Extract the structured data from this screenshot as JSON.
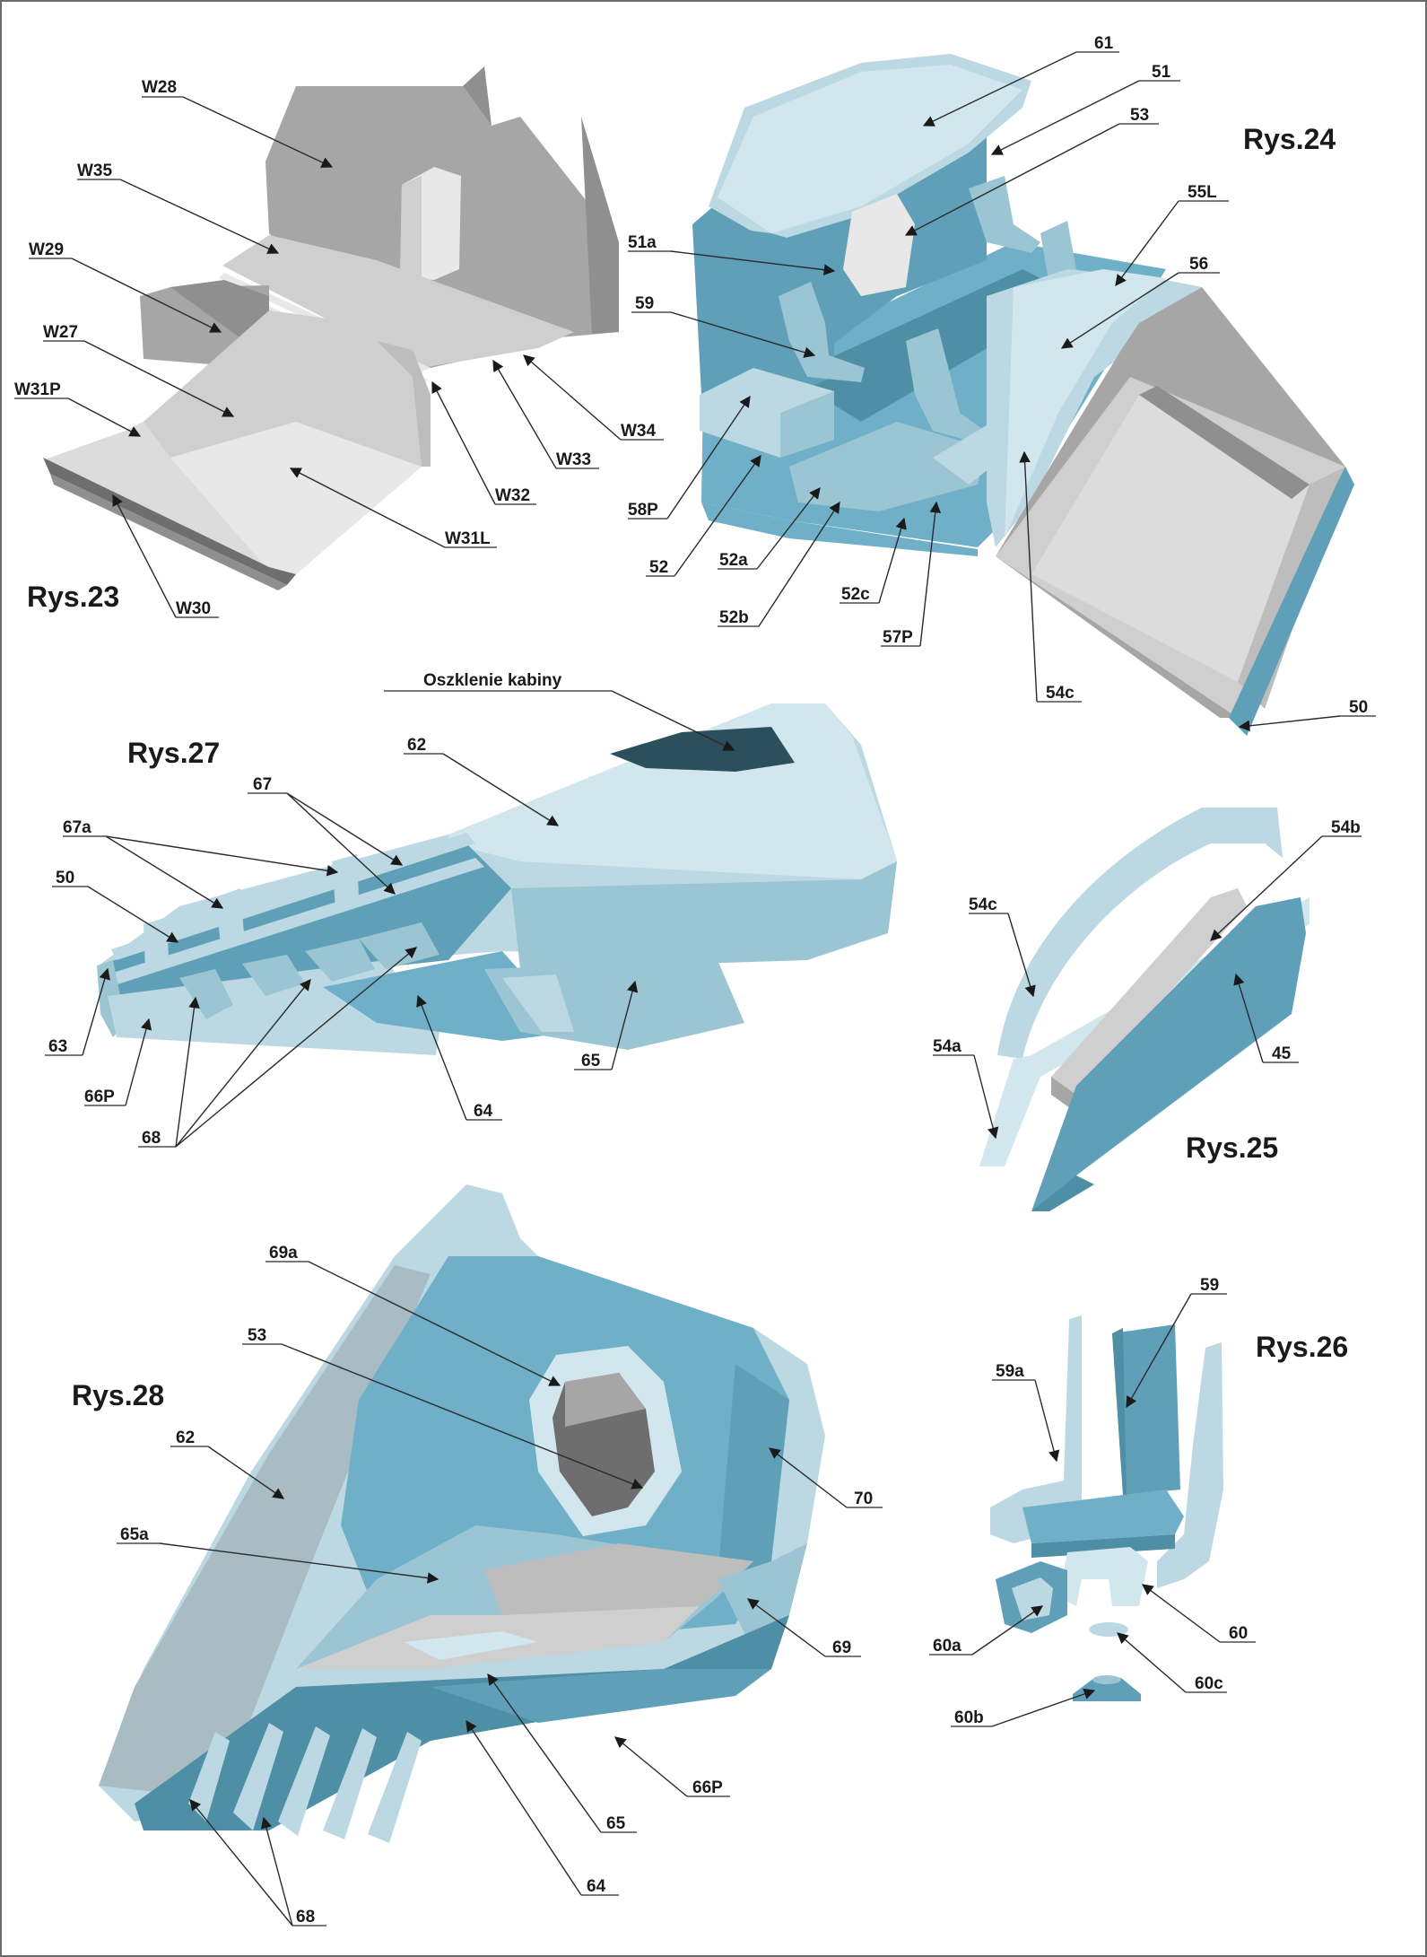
{
  "figures": {
    "rys23": {
      "title": "Rys.23",
      "labels": [
        "W28",
        "W35",
        "W29",
        "W27",
        "W31P",
        "W34",
        "W33",
        "W32",
        "W31L",
        "W30"
      ]
    },
    "rys24": {
      "title": "Rys.24",
      "labels": [
        "61",
        "51",
        "53",
        "55L",
        "56",
        "51a",
        "59",
        "58P",
        "52",
        "52a",
        "52b",
        "52c",
        "57P",
        "54c",
        "50"
      ]
    },
    "rys27": {
      "title": "Rys.27",
      "labels": [
        "Oszklenie kabiny",
        "62",
        "67",
        "67a",
        "50",
        "63",
        "66P",
        "68",
        "64",
        "65"
      ]
    },
    "rys25": {
      "title": "Rys.25",
      "labels": [
        "54b",
        "54c",
        "54a",
        "45"
      ]
    },
    "rys28": {
      "title": "Rys.28",
      "labels": [
        "69a",
        "53",
        "62",
        "65a",
        "70",
        "69",
        "66P",
        "65",
        "64",
        "68"
      ]
    },
    "rys26": {
      "title": "Rys.26",
      "labels": [
        "59",
        "59a",
        "60",
        "60a",
        "60c",
        "60b"
      ]
    }
  },
  "colors": {
    "grey_dark": "#8f8f8f",
    "grey_light": "#dcdcdc",
    "blue_dark": "#4f8fa6",
    "blue_mid": "#6fb0c8",
    "blue_light": "#bcd9e3",
    "ink": "#1a1a1a"
  }
}
